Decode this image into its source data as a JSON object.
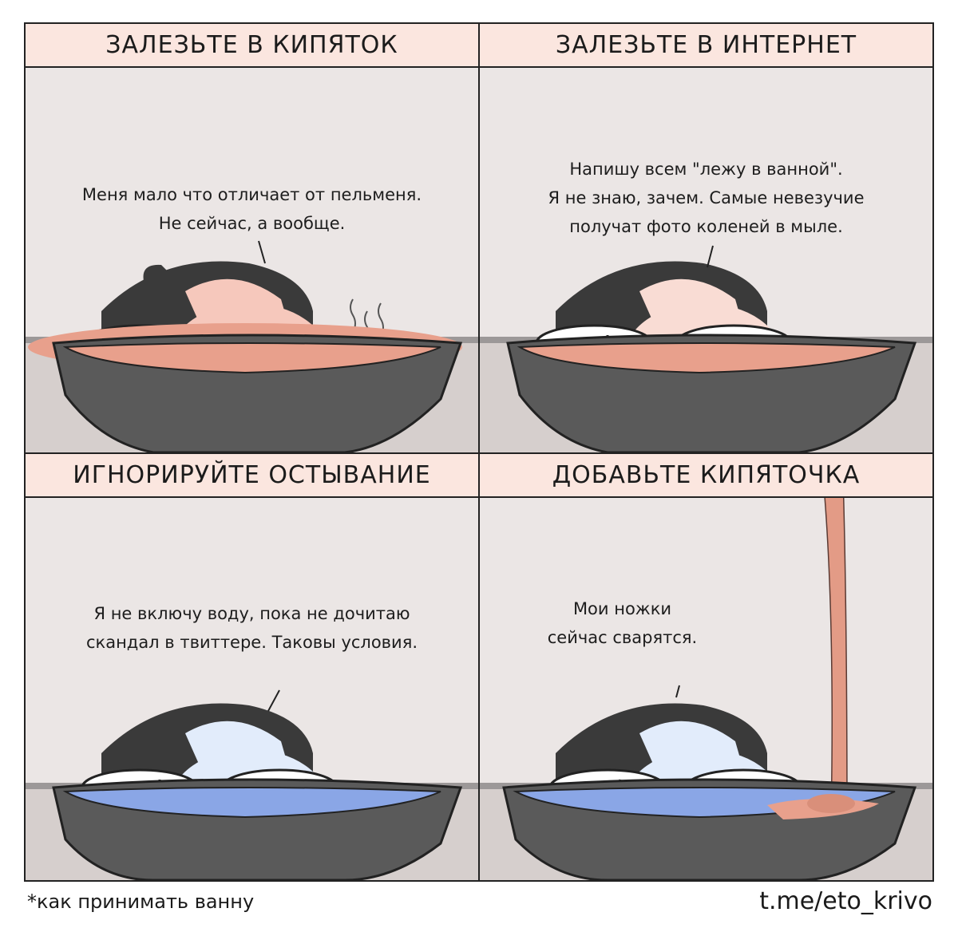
{
  "panels": [
    {
      "title": "ЗАЛЕЗЬТЕ В КИПЯТОК",
      "speech": [
        "Меня мало что отличает от пельменя.",
        "Не сейчас, а вообще."
      ]
    },
    {
      "title": "ЗАЛЕЗЬТЕ В ИНТЕРНЕТ",
      "speech": [
        "Напишу всем \"лежу в ванной\".",
        "Я не знаю, зачем. Самые невезучие",
        "получат фото коленей в мыле."
      ]
    },
    {
      "title": "ИГНОРИРУЙТЕ ОСТЫВАНИЕ",
      "speech": [
        "Я не включу воду, пока не дочитаю",
        "скандал в твиттере. Таковы условия."
      ]
    },
    {
      "title": "ДОБАВЬТЕ КИПЯТОЧКА",
      "speech": [
        "Мои ножки",
        "сейчас сварятся."
      ]
    }
  ],
  "footer": {
    "caption": "*как принимать ванну",
    "credit": "t.me/eto_krivo"
  },
  "colors": {
    "wall": "#ebe6e5",
    "floor": "#d6cfcd",
    "title_bg": "#fbe6df",
    "tub": "#5a5a5a",
    "hot_water": "#e8a08c",
    "cool_water": "#8aa6e6",
    "hot_skin": "#f6c8bc",
    "cool_skin": "#e2ecfb",
    "hair": "#3a3a3a"
  }
}
